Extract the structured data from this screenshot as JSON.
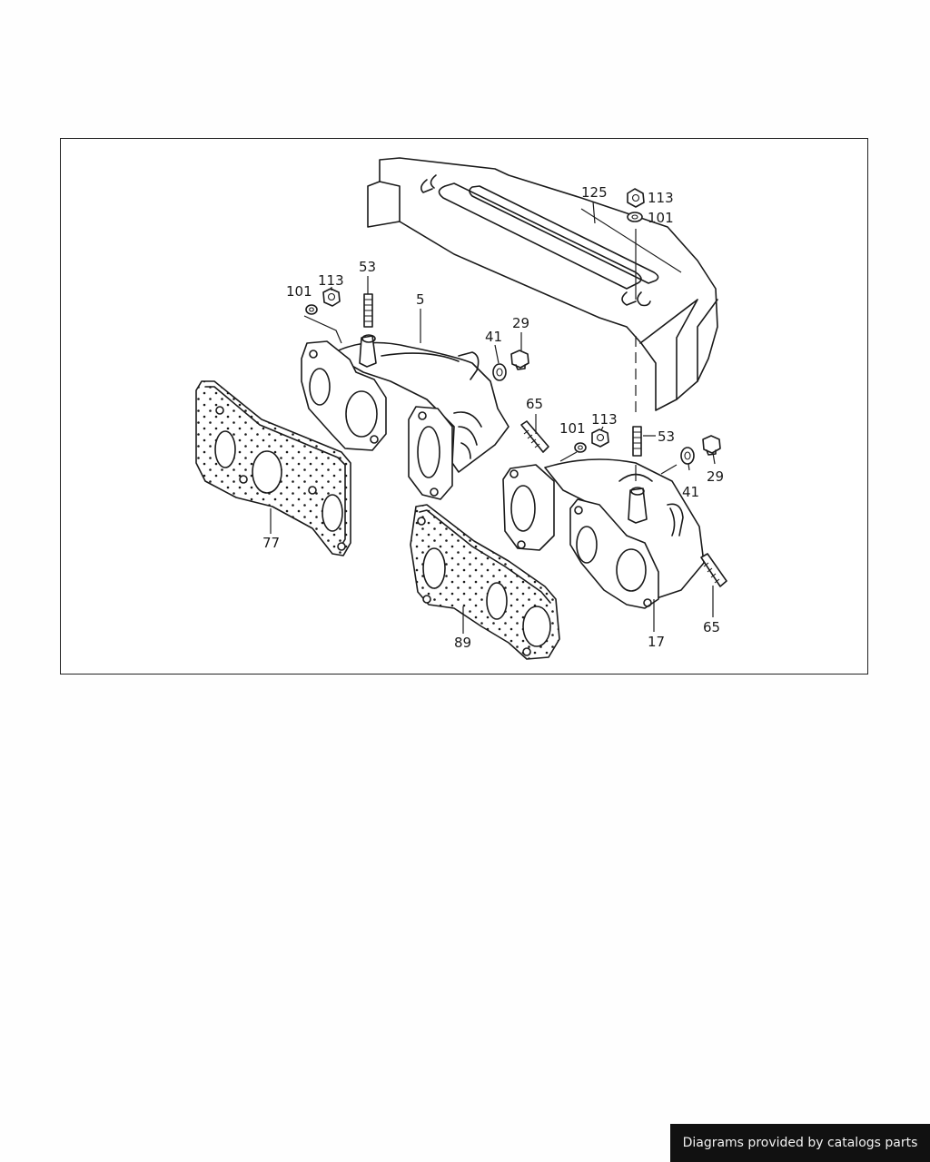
{
  "diagram": {
    "callouts": {
      "c125": "125",
      "c113_heatshield": "113",
      "c101_heatshield": "101",
      "c53_left": "53",
      "c113_left": "113",
      "c101_left": "101",
      "c5": "5",
      "c41_left": "41",
      "c29_left": "29",
      "c65_left": "65",
      "c101_right": "101",
      "c113_right": "113",
      "c53_right": "53",
      "c41_right": "41",
      "c29_right": "29",
      "c77": "77",
      "c89": "89",
      "c17": "17",
      "c65_right": "65"
    }
  },
  "footer": {
    "credit": "Diagrams provided by catalogs parts",
    "background_color": "#111111",
    "text_color": "#f2f2f2"
  }
}
